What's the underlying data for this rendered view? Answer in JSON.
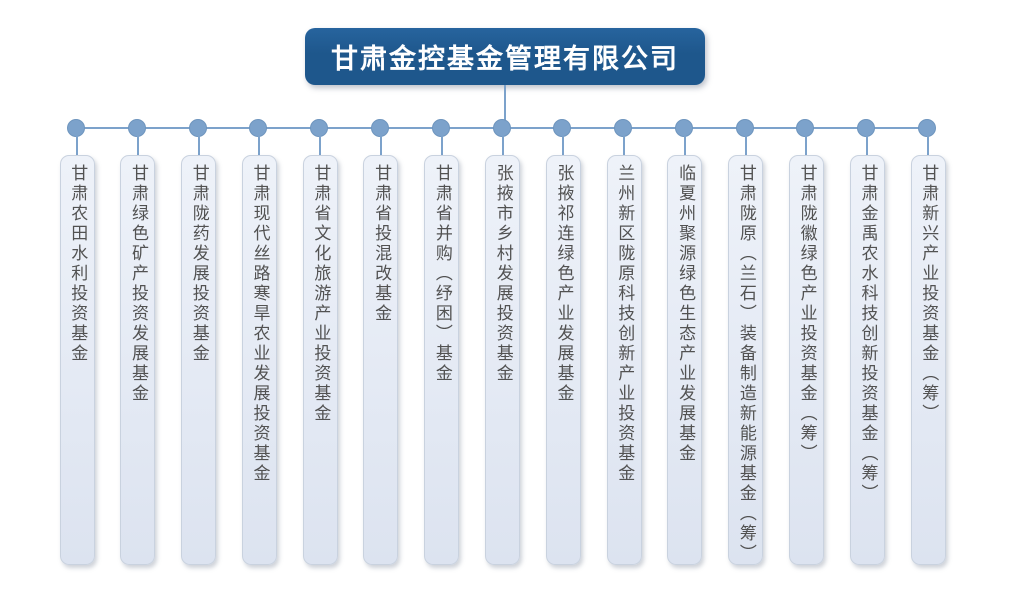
{
  "org_chart": {
    "root": {
      "label": "甘肃金控基金管理有限公司"
    },
    "funds": [
      {
        "label": "甘肃农田水利投资基金"
      },
      {
        "label": "甘肃绿色矿产投资发展基金"
      },
      {
        "label": "甘肃陇药发展投资基金"
      },
      {
        "label": "甘肃现代丝路寒旱农业发展投资基金"
      },
      {
        "label": "甘肃省文化旅游产业投资基金"
      },
      {
        "label": "甘肃省投混改基金"
      },
      {
        "label": "甘肃省并购（纾困）基金"
      },
      {
        "label": "张掖市乡村发展投资基金"
      },
      {
        "label": "张掖祁连绿色产业发展基金"
      },
      {
        "label": "兰州新区陇原科技创新产业投资基金"
      },
      {
        "label": "临夏州聚源绿色生态产业发展基金"
      },
      {
        "label": "甘肃陇原（兰石）装备制造新能源基金（筹）"
      },
      {
        "label": "甘肃陇徽绿色产业投资基金（筹）"
      },
      {
        "label": "甘肃金禹农水科技创新投资基金（筹）"
      },
      {
        "label": "甘肃新兴产业投资基金（筹）"
      }
    ],
    "colors": {
      "root_bg": "#1E578C",
      "root_text": "#FFFFFF",
      "connector": "#7CA2CB",
      "node_bg_top": "#EEF2F9",
      "node_bg_bottom": "#DCE3F0",
      "node_border": "#C9D2DF",
      "node_text": "#525252",
      "page_bg": "#FFFFFF"
    }
  }
}
